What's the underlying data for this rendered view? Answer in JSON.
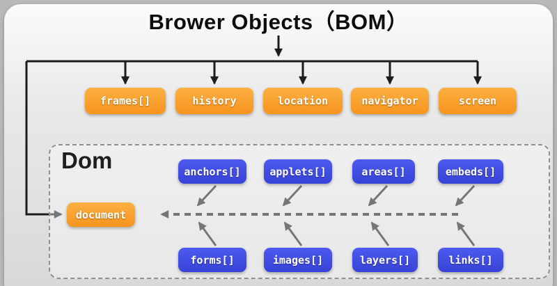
{
  "title": "Brower Objects（BOM）",
  "bom": {
    "items": [
      {
        "label": "frames[]"
      },
      {
        "label": "history"
      },
      {
        "label": "location"
      },
      {
        "label": "navigator"
      },
      {
        "label": "screen"
      }
    ]
  },
  "dom": {
    "label": "Dom",
    "document": {
      "label": "document"
    },
    "top_items": [
      {
        "label": "anchors[]"
      },
      {
        "label": "applets[]"
      },
      {
        "label": "areas[]"
      },
      {
        "label": "embeds[]"
      }
    ],
    "bottom_items": [
      {
        "label": "forms[]"
      },
      {
        "label": "images[]"
      },
      {
        "label": "layers[]"
      },
      {
        "label": "links[]"
      }
    ]
  },
  "colors": {
    "orange": "#f7941e",
    "orange-light": "#fbb042",
    "blue": "#3743d6",
    "blue-light": "#4c5aef",
    "arrow": "#1c1c1c"
  }
}
